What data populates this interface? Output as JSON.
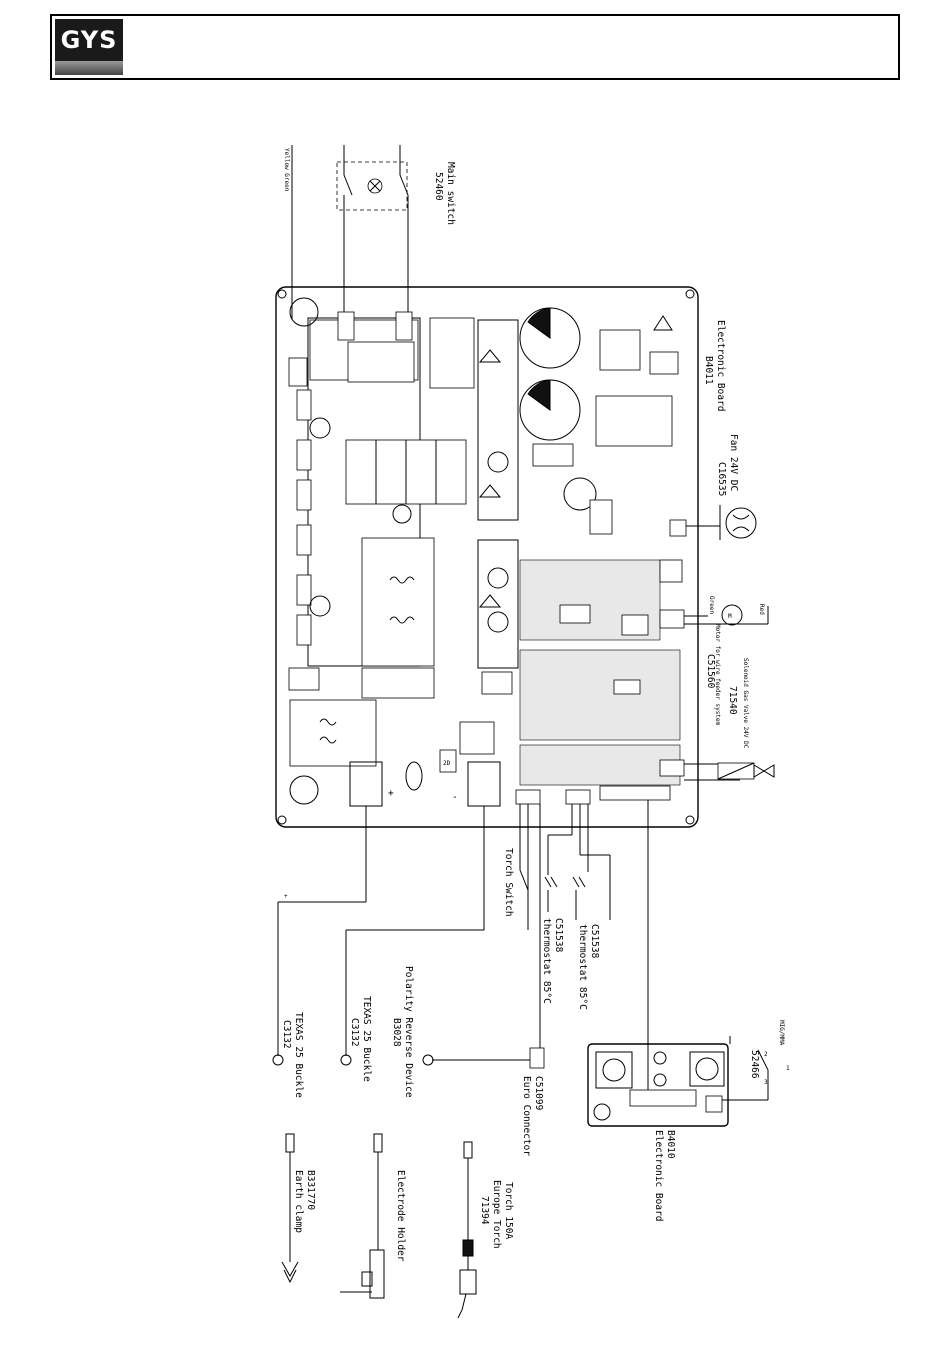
{
  "header": {
    "logo_text": "GYS"
  },
  "labels": {
    "yellow_green": "Yellow Green",
    "main_switch": "Main switch",
    "main_switch_ref": "52460",
    "electronic_board": "Electronic Board",
    "electronic_board_ref": "B4011",
    "fan": "Fan 24V DC",
    "fan_ref": "C16535",
    "solenoid": "Solenoid Gas Valve 24V DC",
    "solenoid_ref": "71540",
    "motor": "Motor for wire feeder system",
    "motor_ref": "C51560",
    "red": "Red",
    "green": "Green",
    "torch_switch": "Torch Switch",
    "thermostat1_ref": "C51538",
    "thermostat1": "thermostat 85°C",
    "thermostat2_ref": "C51538",
    "thermostat2": "thermostat 85°C",
    "texas1": "TEXAS 25 Buckle",
    "texas1_ref": "C3132",
    "texas2": "TEXAS 25 Buckle",
    "texas2_ref": "C3132",
    "polarity": "Polarity Reverse Device",
    "polarity_ref": "B3028",
    "euro_ref": "C51099",
    "euro": "Euro Connector",
    "mig_mma": "MIG/MMA",
    "switch_ref": "52466",
    "pin1": "1",
    "pin2": "2",
    "pin3": "3",
    "b4010_ref": "B4010",
    "b4010": "Electronic Board",
    "earth_ref": "B331770",
    "earth": "Earth clamp",
    "electrode": "Electrode Holder",
    "torch_line1": "Torch 150A",
    "torch_line2": "Europe Torch",
    "torch_ref": "71394",
    "plus": "+",
    "minus": "-",
    "plus_small": "+",
    "board_2d": "2D"
  }
}
